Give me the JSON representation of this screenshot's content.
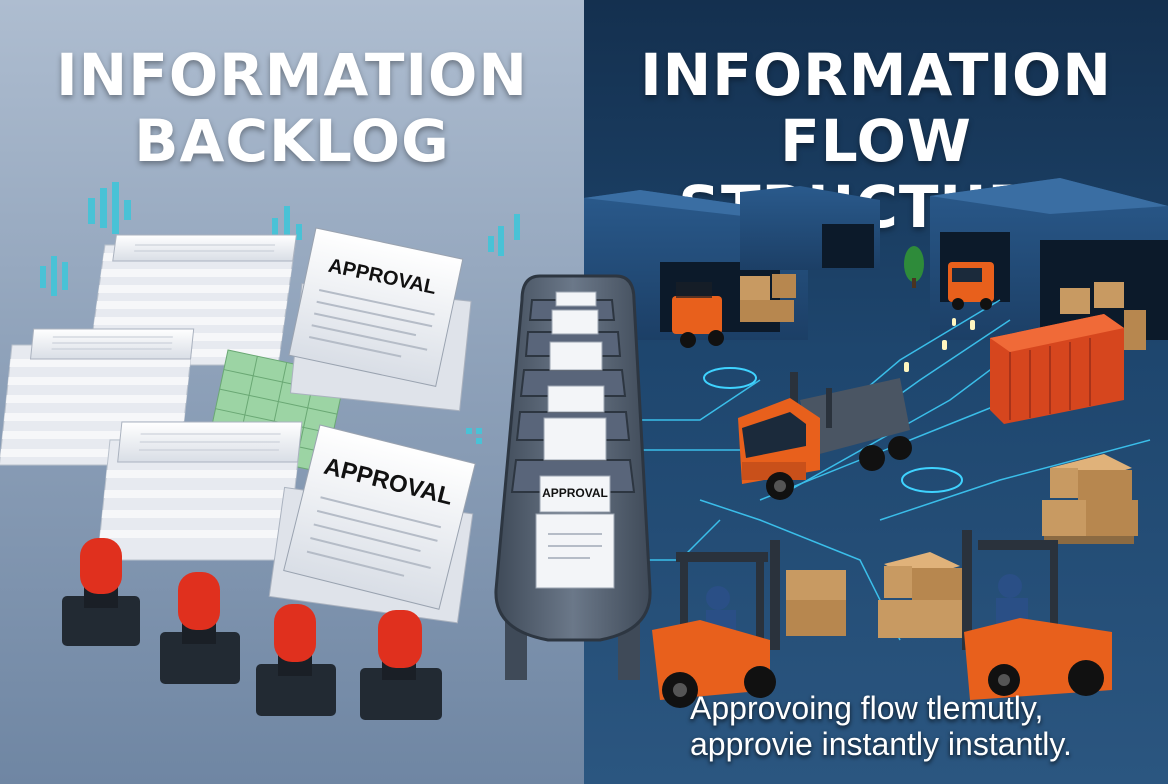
{
  "left_panel": {
    "title_line1": "INFORMATION",
    "title_line2": "BACKLOG",
    "approval_label_top": "APPROVAL",
    "approval_label_bottom": "APPROVAL"
  },
  "center_tray": {
    "approval_label": "APPROVAL"
  },
  "right_panel": {
    "title_line1": "INFORMATION",
    "title_line2": "FLOW STRUCTURE",
    "caption_line1": "Approvoing flow tlemutly,",
    "caption_line2": "approvie instantly instantly."
  },
  "colors": {
    "left_background": "#9fb1c7",
    "right_background": "#1e466e",
    "stamp_handle": "#e0301e",
    "truck_orange": "#e8601c",
    "flow_cyan": "#3fd3ff"
  }
}
